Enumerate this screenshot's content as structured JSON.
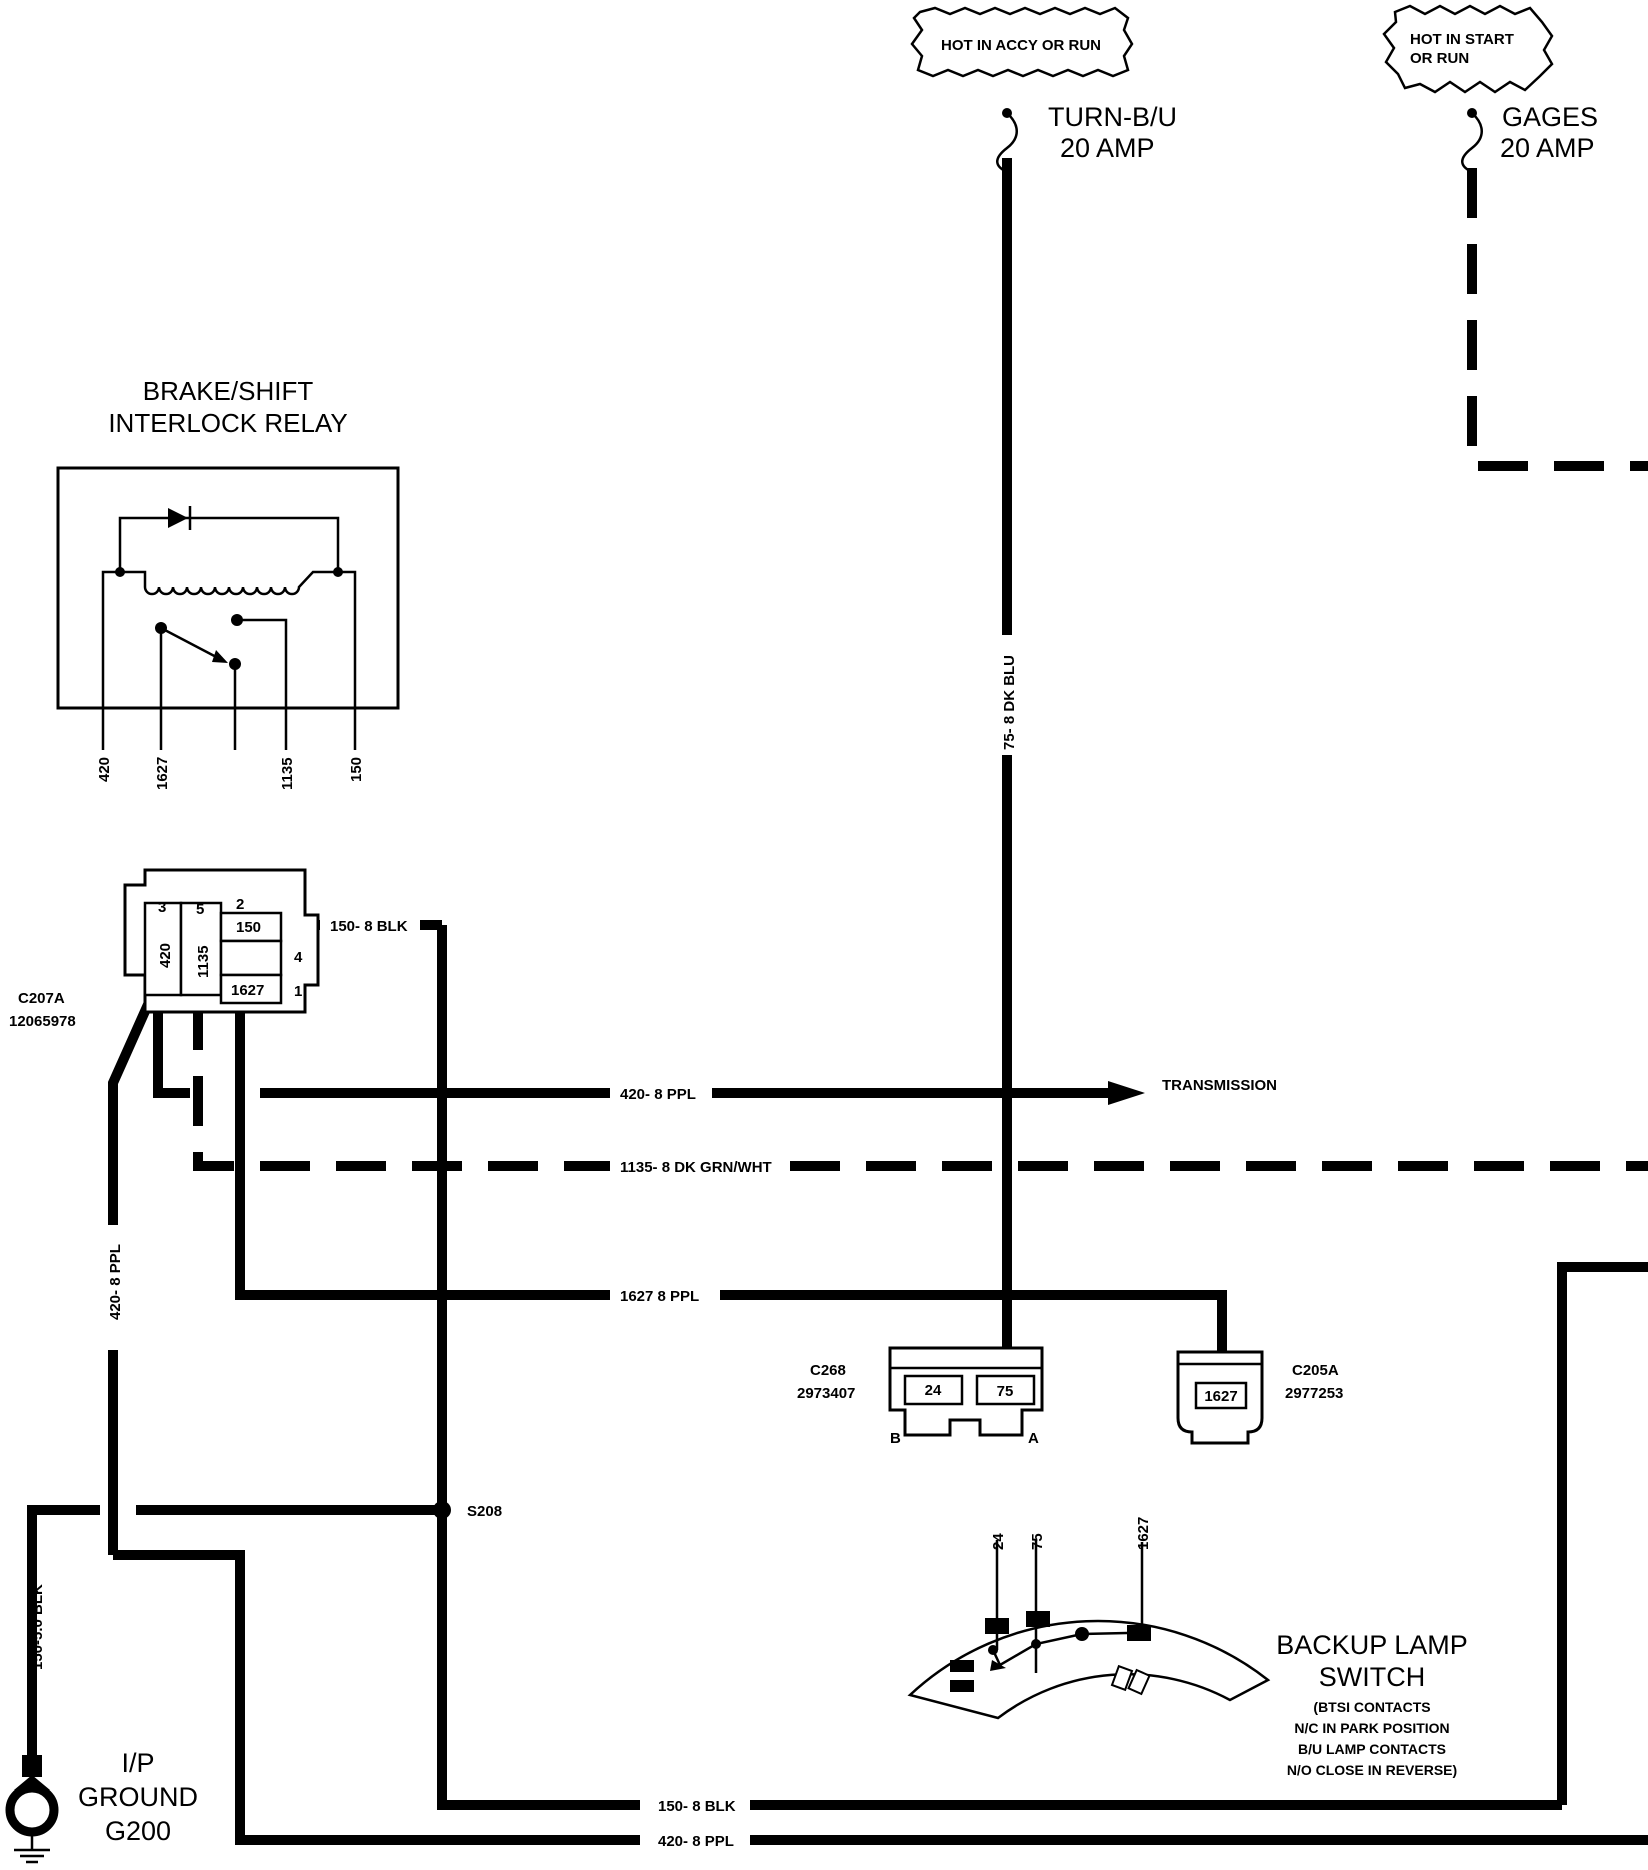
{
  "hot_flags": [
    {
      "id": "turn",
      "lines": [
        "HOT IN ACCY OR RUN"
      ]
    },
    {
      "id": "gages",
      "lines": [
        "HOT IN START",
        "OR RUN"
      ]
    }
  ],
  "fuses": [
    {
      "id": "turn",
      "name": "TURN-B/U",
      "rating": "20 AMP"
    },
    {
      "id": "gages",
      "name": "GAGES",
      "rating": "20 AMP"
    }
  ],
  "relay": {
    "title_line1": "BRAKE/SHIFT",
    "title_line2": "INTERLOCK RELAY",
    "pins": [
      "420",
      "1627",
      "1135",
      "150"
    ]
  },
  "connector_c207a": {
    "name": "C207A",
    "part": "12065978",
    "cavities_top": [
      "3",
      "5",
      "2"
    ],
    "cavities_side": [
      "4",
      "1"
    ],
    "circuits": {
      "c420": "420",
      "c1135": "1135",
      "c150": "150",
      "c1627": "1627"
    }
  },
  "wire_labels": {
    "w75": "75- 8 DK BLU",
    "w150_top": "150- 8 BLK",
    "w420_trans": "420- 8 PPL",
    "transmission": "TRANSMISSION",
    "w1135": "1135- 8 DK GRN/WHT",
    "w1627": "1627  8 PPL",
    "w420_vert": "420- 8 PPL",
    "w150_ground": "150-5.0 BLK",
    "w150_bottom": "150- 8 BLK",
    "w420_bottom": "420- 8 PPL"
  },
  "splice": "S208",
  "connector_c268": {
    "name": "C268",
    "part": "2973407",
    "cavity_b": "24",
    "cavity_a": "75",
    "label_b": "B",
    "label_a": "A"
  },
  "connector_c205a": {
    "name": "C205A",
    "part": "2977253",
    "cavity": "1627"
  },
  "ground": {
    "line1": "I/P",
    "line2": "GROUND",
    "line3": "G200"
  },
  "switch": {
    "title_line1": "BACKUP LAMP",
    "title_line2": "SWITCH",
    "note_lines": [
      "(BTSI CONTACTS",
      "N/C IN PARK POSITION",
      "B/U LAMP CONTACTS",
      "N/O CLOSE IN REVERSE)"
    ],
    "pins": [
      "24",
      "75",
      "1627"
    ]
  }
}
